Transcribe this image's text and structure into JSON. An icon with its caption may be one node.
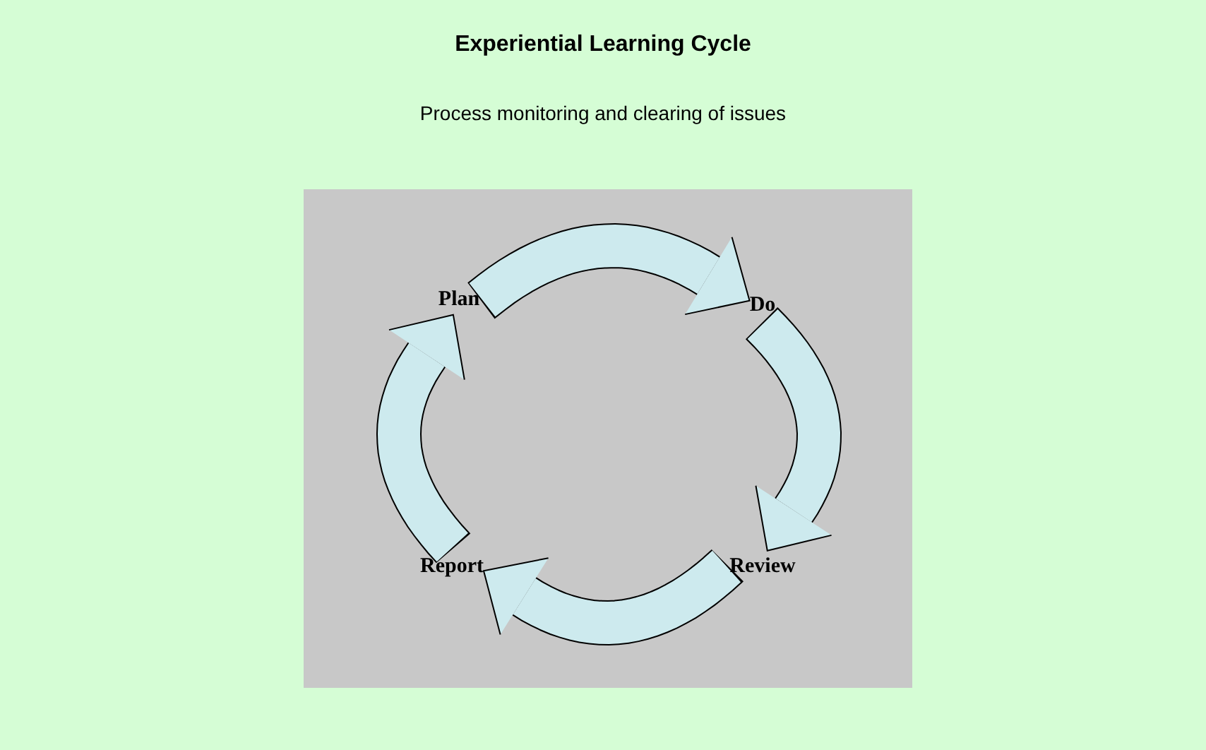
{
  "diagram": {
    "title": "Experiential Learning Cycle",
    "nodes": [
      {
        "text": [
          "Plan"
        ]
      },
      {
        "text": [
          "Do"
        ]
      },
      {
        "text": [
          "Review"
        ]
      },
      {
        "text": [
          "Report"
        ]
      }
    ],
    "edges": [
      {
        "from": 0,
        "to": 1,
        "arrow": "to"
      },
      {
        "from": 1,
        "to": 2,
        "arrow": "to"
      },
      {
        "from": 2,
        "to": 3,
        "arrow": "to"
      },
      {
        "from": 3,
        "to": 0,
        "arrow": "to"
      }
    ],
    "labels": [
      "Process monitoring and clearing of issues"
    ]
  }
}
